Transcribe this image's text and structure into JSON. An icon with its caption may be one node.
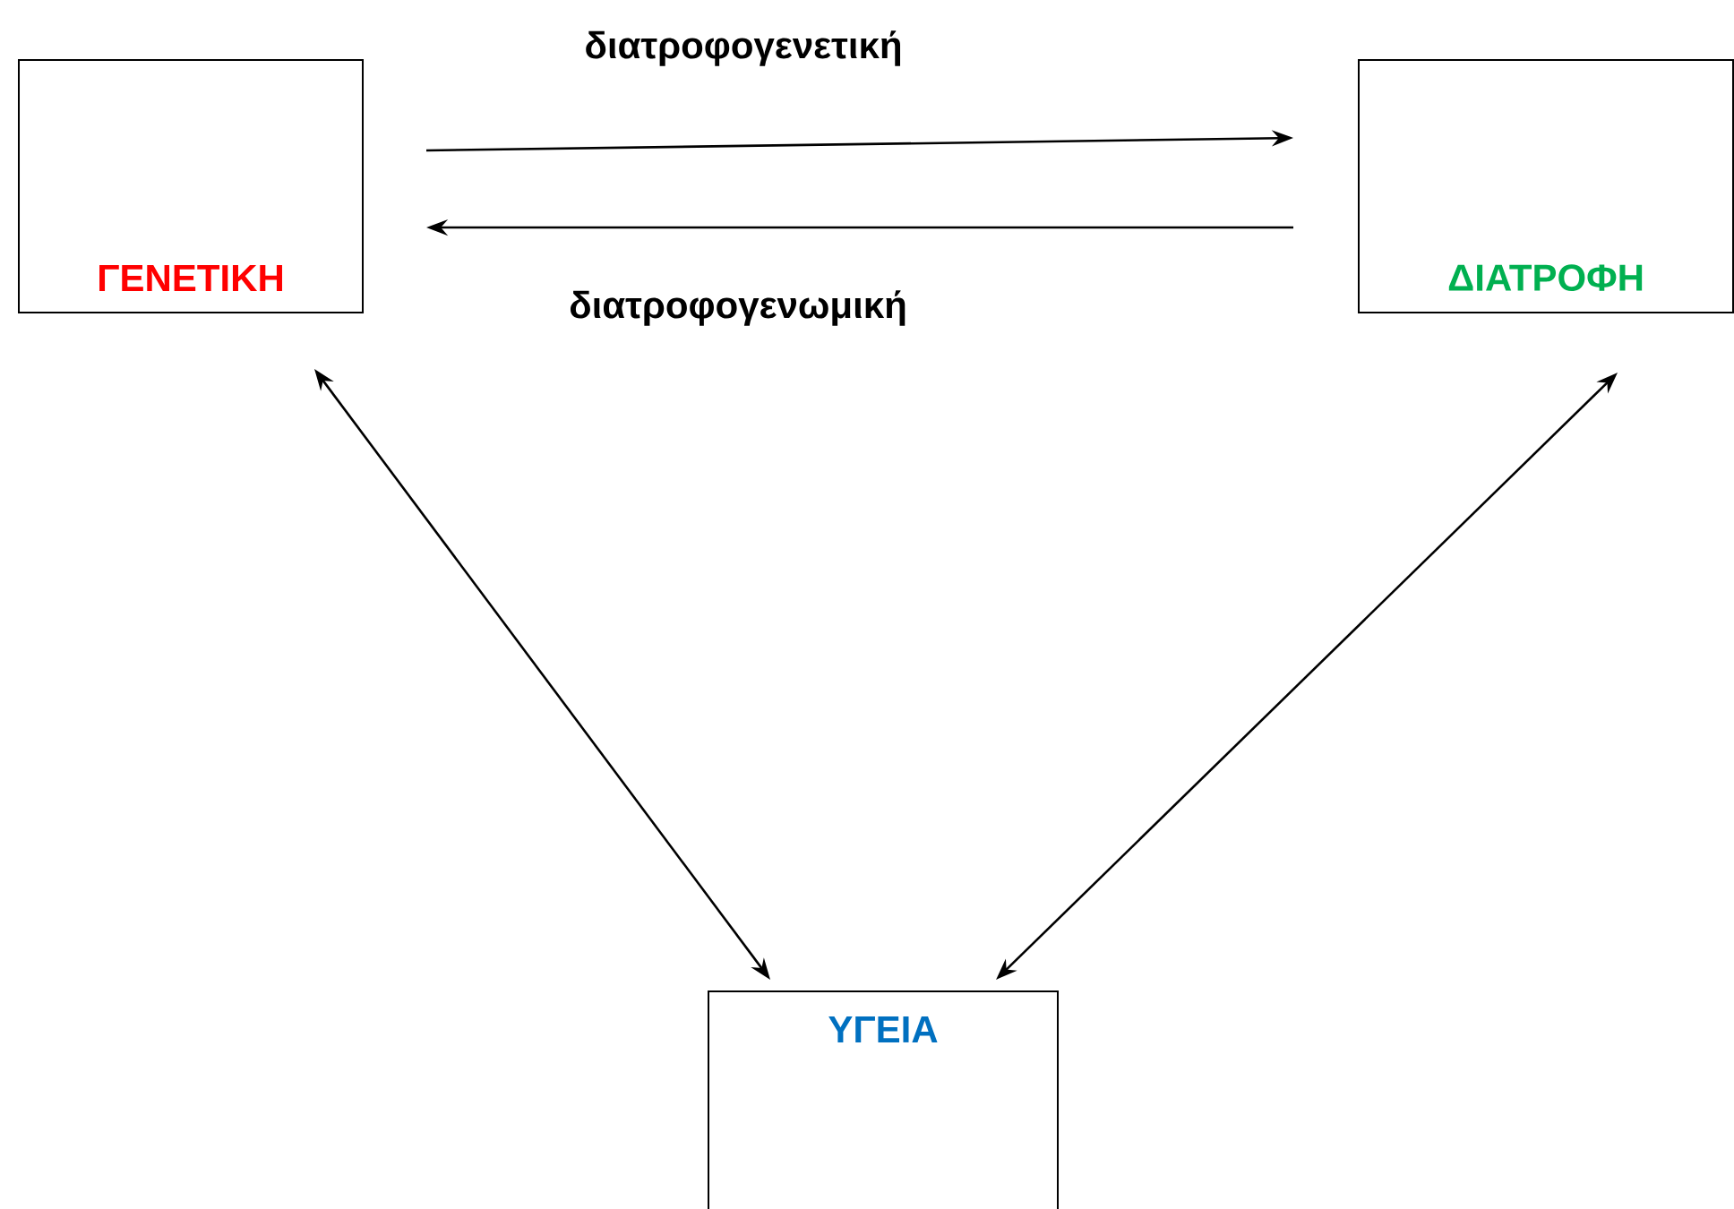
{
  "diagram": {
    "nodes": [
      {
        "text": [
          "ΓΕΝΕΤΙΚΗ"
        ]
      },
      {
        "text": [
          "ΔΙΑΤΡΟΦΗ"
        ]
      },
      {
        "text": [
          "ΥΓΕΙΑ"
        ]
      }
    ],
    "edges": [
      {
        "from": 0,
        "to": 1,
        "arrow": "to",
        "label": "διατροφογενετική"
      },
      {
        "from": 1,
        "to": 0,
        "arrow": "to",
        "label": "διατροφογενωμική"
      },
      {
        "from": 0,
        "to": 2,
        "arrow": "both"
      },
      {
        "from": 1,
        "to": 2,
        "arrow": "both"
      }
    ]
  }
}
